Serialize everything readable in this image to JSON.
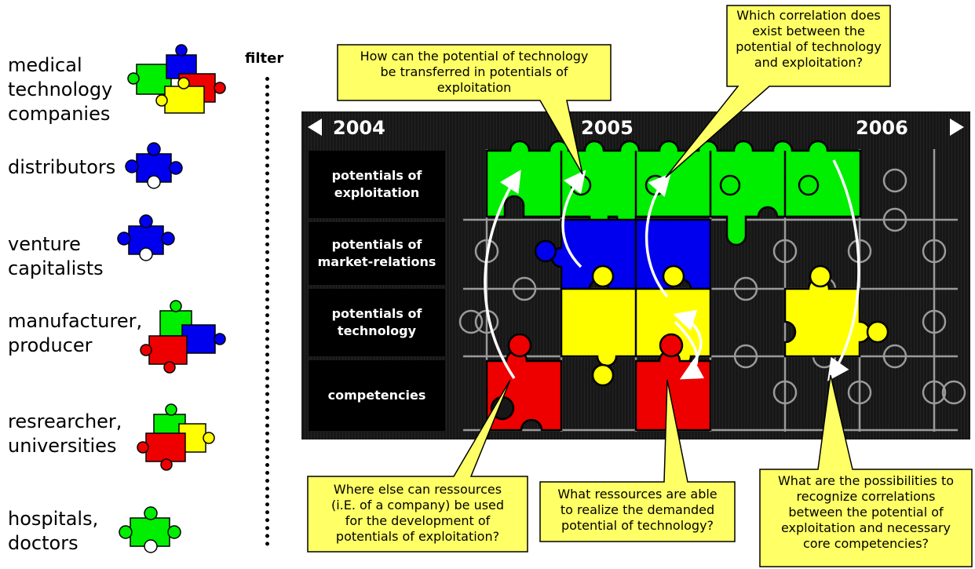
{
  "filter_label": "filter",
  "stakeholders": [
    {
      "label": "medical\ntechnology\ncompanies",
      "pieces": [
        "green",
        "blue",
        "red",
        "yellow"
      ]
    },
    {
      "label": "distributors",
      "pieces": [
        "blue"
      ]
    },
    {
      "label": "venture\ncapitalists",
      "pieces": [
        "blue"
      ]
    },
    {
      "label": "manufacturer,\nproducer",
      "pieces": [
        "green",
        "blue",
        "red"
      ]
    },
    {
      "label": "resrearcher,\nuniversities",
      "pieces": [
        "green",
        "yellow",
        "red"
      ]
    },
    {
      "label": "hospitals,\ndoctors",
      "pieces": [
        "green"
      ]
    }
  ],
  "timeline": {
    "years": [
      "2004",
      "2005",
      "2006"
    ]
  },
  "rows": [
    {
      "label": "potentials of\nexploitation",
      "color": "#00ee00"
    },
    {
      "label": "potentials of\nmarket-relations",
      "color": "#0000ee"
    },
    {
      "label": "potentials of\ntechnology",
      "color": "#ffff00"
    },
    {
      "label": "competencies",
      "color": "#ee0000"
    }
  ],
  "callouts": {
    "top_left": "How can the potential of technology\nbe transferred in potentials of\nexploitation",
    "top_right": "Which correlation does\nexist between the\npotential of technology\nand exploitation?",
    "bottom_left": "Where else can ressources\n(i.E. of a company) be used\nfor the development of\npotentials of exploitation?",
    "bottom_mid": "What ressources are able\nto realize the demanded\npotential of technology?",
    "bottom_right": "What are the possibilities to\nrecognize correlations\nbetween the potential of\nexploitation and necessary\ncore competencies?"
  },
  "colors": {
    "green": "#00ee00",
    "blue": "#0000ee",
    "red": "#ee0000",
    "yellow": "#ffff00",
    "callout": "#ffff66",
    "board": "#171717"
  }
}
